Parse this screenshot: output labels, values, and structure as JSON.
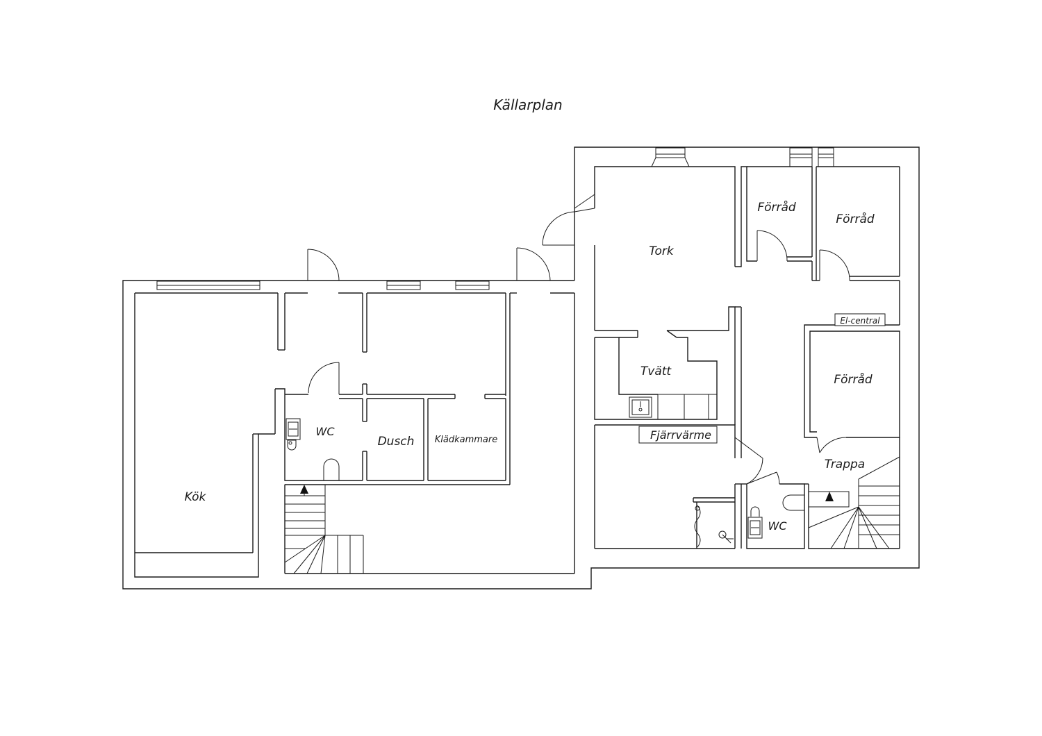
{
  "title": "Källarplan",
  "rooms": {
    "tork": "Tork",
    "forrad_1": "Förråd",
    "forrad_2": "Förråd",
    "forrad_3": "Förråd",
    "el_central": "El-central",
    "tvatt": "Tvätt",
    "fjarrvarme": "Fjärrvärme",
    "trappa": "Trappa",
    "wc_left": "WC",
    "wc_right": "WC",
    "dusch": "Dusch",
    "kladkammare": "Klädkammare",
    "kok": "Kök"
  },
  "colors": {
    "line": "#1a1a1a",
    "background": "#ffffff"
  }
}
